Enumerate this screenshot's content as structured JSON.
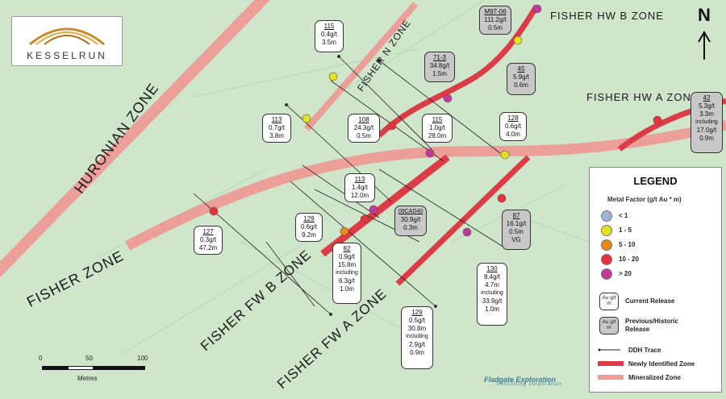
{
  "logo": {
    "name": "KESSELRUN"
  },
  "north": "N",
  "zones": {
    "huronian": "HURONIAN ZONE",
    "fisher": "FISHER ZONE",
    "fisher_n": "FISHER N ZONE",
    "fisher_hw_b": "FISHER HW B ZONE",
    "fisher_hw_a": "FISHER HW A ZONE",
    "fisher_fw_b": "FISHER FW B ZONE",
    "fisher_fw_a": "FISHER FW A ZONE"
  },
  "drill_boxes": [
    {
      "id": "115",
      "lines": [
        "0.4g/t",
        "3.5m"
      ],
      "historic": false
    },
    {
      "id": "M97-06",
      "lines": [
        "111.2g/t",
        "0.5m"
      ],
      "historic": true
    },
    {
      "id": "71-3",
      "lines": [
        "34.8g/t",
        "1.5m"
      ],
      "historic": true
    },
    {
      "id": "45",
      "lines": [
        "5.9g/t",
        "0.6m"
      ],
      "historic": true
    },
    {
      "id": "42",
      "lines": [
        "5.3g/t",
        "3.3m"
      ],
      "including": "including",
      "extra": [
        "17.0g/t",
        "0.9m"
      ],
      "historic": true
    },
    {
      "id": "113",
      "lines": [
        "0.7g/t",
        "3.8m"
      ],
      "historic": false
    },
    {
      "id": "108",
      "lines": [
        "24.3g/t",
        "0.5m"
      ],
      "historic": false
    },
    {
      "id": "115",
      "lines": [
        "1.0g/t",
        "28.0m"
      ],
      "historic": false
    },
    {
      "id": "128",
      "lines": [
        "0.6g/t",
        "4.0m"
      ],
      "historic": false
    },
    {
      "id": "113",
      "lines": [
        "1.4g/t",
        "12.0m"
      ],
      "historic": false
    },
    {
      "id": "09CAD40",
      "lines": [
        "30.9g/t",
        "0.3m"
      ],
      "historic": true
    },
    {
      "id": "87",
      "lines": [
        "16.1g/t",
        "0.5m",
        "VG"
      ],
      "historic": true
    },
    {
      "id": "129",
      "lines": [
        "0.6g/t",
        "9.2m"
      ],
      "historic": false
    },
    {
      "id": "127",
      "lines": [
        "0.3g/t",
        "47.2m"
      ],
      "historic": false
    },
    {
      "id": "82",
      "lines": [
        "0.9g/t",
        "15.8m"
      ],
      "including": "including",
      "extra": [
        "6.3g/t",
        "1.0m"
      ],
      "historic": false
    },
    {
      "id": "130",
      "lines": [
        "8.4g/t",
        "4.7m"
      ],
      "including": "including",
      "extra": [
        "33.9g/t",
        "1.0m"
      ],
      "historic": false
    },
    {
      "id": "129",
      "lines": [
        "0.5g/t",
        "30.8m"
      ],
      "including": "including",
      "extra": [
        "2.9g/t",
        "0.9m"
      ],
      "historic": false
    }
  ],
  "legend": {
    "title": "LEGEND",
    "subtitle": "Metal Factor (g/t Au * m)",
    "classes": [
      {
        "label": "< 1",
        "color": "#9fb3d6"
      },
      {
        "label": "1 - 5",
        "color": "#e3e21e"
      },
      {
        "label": "5 - 10",
        "color": "#e88b16"
      },
      {
        "label": "10 - 20",
        "color": "#e8313b"
      },
      {
        "label": "> 20",
        "color": "#c3399a"
      }
    ],
    "box_text": "Au g/t m",
    "current": "Current Release",
    "previous": "Previous/Historic Release",
    "ddh": "DDH Trace",
    "new_zone": "Newly Identified Zone",
    "mineralized": "Mineralized Zone"
  },
  "scale": {
    "ticks": [
      "0",
      "50",
      "100"
    ],
    "unit": "Metres"
  },
  "footer": {
    "company": "Fladgate Exploration",
    "sub": "consulting corporation"
  },
  "colors": {
    "background": "#cfe6cb",
    "mineralized": "#ec9e98",
    "new_zone": "#dd3b45"
  }
}
